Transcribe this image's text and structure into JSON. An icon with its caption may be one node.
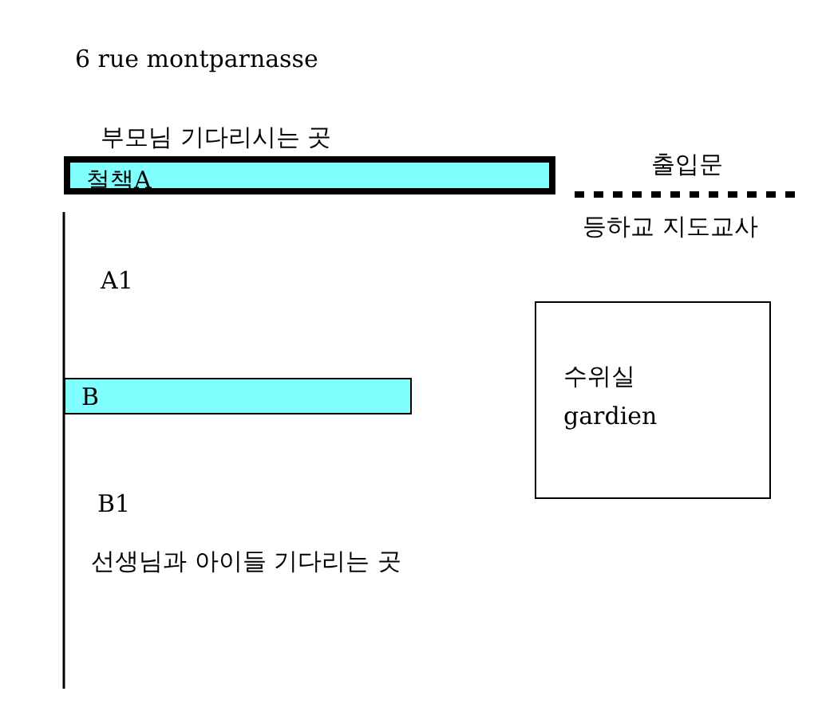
{
  "diagram": {
    "nodes": [
      {
        "text": [
          "철책A"
        ]
      },
      {
        "text": [
          "B"
        ]
      },
      {
        "text": [
          "수위실",
          "gardien"
        ]
      }
    ],
    "labels": [
      "6 rue montparnasse",
      "부모님 기다리시는 곳",
      "출입문",
      "등하교 지도교사",
      "A1",
      "B1",
      "선생님과 아이들 기다리는 곳"
    ]
  }
}
